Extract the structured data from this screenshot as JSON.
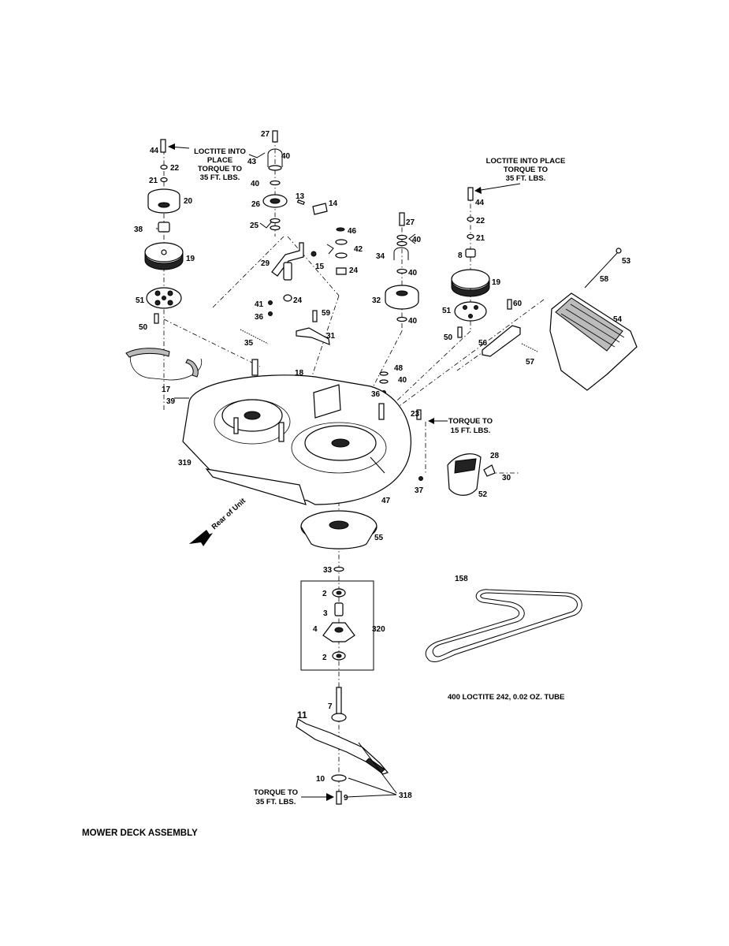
{
  "title": "MOWER DECK ASSEMBLY",
  "notes": {
    "left_loctite": [
      "LOCTITE INTO",
      "PLACE",
      "TORQUE TO",
      "35 FT. LBS."
    ],
    "right_loctite": [
      "LOCTITE INTO PLACE",
      "TORQUE TO",
      "35 FT. LBS."
    ],
    "torque_15": [
      "TORQUE TO",
      "15 FT. LBS."
    ],
    "torque_bottom": [
      "TORQUE TO",
      "35 FT. LBS."
    ],
    "rear_of_unit": "Rear of Unit",
    "loctite_part": "400  LOCTITE 242, 0.02 OZ. TUBE"
  },
  "callouts": [
    {
      "id": "c44a",
      "text": "44"
    },
    {
      "id": "c22a",
      "text": "22"
    },
    {
      "id": "c21a",
      "text": "21"
    },
    {
      "id": "c20",
      "text": "20"
    },
    {
      "id": "c38",
      "text": "38"
    },
    {
      "id": "c19a",
      "text": "19"
    },
    {
      "id": "c51a",
      "text": "51"
    },
    {
      "id": "c50a",
      "text": "50"
    },
    {
      "id": "c17",
      "text": "17"
    },
    {
      "id": "c39",
      "text": "39"
    },
    {
      "id": "c319",
      "text": "319"
    },
    {
      "id": "c27a",
      "text": "27"
    },
    {
      "id": "c43",
      "text": "43"
    },
    {
      "id": "c40a",
      "text": "40"
    },
    {
      "id": "c40b",
      "text": "40"
    },
    {
      "id": "c13",
      "text": "13"
    },
    {
      "id": "c14",
      "text": "14"
    },
    {
      "id": "c26",
      "text": "26"
    },
    {
      "id": "c25",
      "text": "25"
    },
    {
      "id": "c29",
      "text": "29"
    },
    {
      "id": "c15",
      "text": "15"
    },
    {
      "id": "c41",
      "text": "41"
    },
    {
      "id": "c36a",
      "text": "36"
    },
    {
      "id": "c24a",
      "text": "24"
    },
    {
      "id": "c35",
      "text": "35"
    },
    {
      "id": "c18",
      "text": "18"
    },
    {
      "id": "c46",
      "text": "46"
    },
    {
      "id": "c42",
      "text": "42"
    },
    {
      "id": "c24b",
      "text": "24"
    },
    {
      "id": "c59",
      "text": "59"
    },
    {
      "id": "c31",
      "text": "31"
    },
    {
      "id": "c27b",
      "text": "27"
    },
    {
      "id": "c40c",
      "text": "40"
    },
    {
      "id": "c34",
      "text": "34"
    },
    {
      "id": "c40d",
      "text": "40"
    },
    {
      "id": "c32",
      "text": "32"
    },
    {
      "id": "c40e",
      "text": "40"
    },
    {
      "id": "c48",
      "text": "48"
    },
    {
      "id": "c40f",
      "text": "40"
    },
    {
      "id": "c36b",
      "text": "36"
    },
    {
      "id": "c44b",
      "text": "44"
    },
    {
      "id": "c22b",
      "text": "22"
    },
    {
      "id": "c21b",
      "text": "21"
    },
    {
      "id": "c8",
      "text": "8"
    },
    {
      "id": "c19b",
      "text": "19"
    },
    {
      "id": "c51b",
      "text": "51"
    },
    {
      "id": "c60",
      "text": "60"
    },
    {
      "id": "c50b",
      "text": "50"
    },
    {
      "id": "c56",
      "text": "56"
    },
    {
      "id": "c57",
      "text": "57"
    },
    {
      "id": "c53",
      "text": "53"
    },
    {
      "id": "c58",
      "text": "58"
    },
    {
      "id": "c54",
      "text": "54"
    },
    {
      "id": "c23",
      "text": "23"
    },
    {
      "id": "c28",
      "text": "28"
    },
    {
      "id": "c30",
      "text": "30"
    },
    {
      "id": "c37",
      "text": "37"
    },
    {
      "id": "c52",
      "text": "52"
    },
    {
      "id": "c47",
      "text": "47"
    },
    {
      "id": "c55",
      "text": "55"
    },
    {
      "id": "c33",
      "text": "33"
    },
    {
      "id": "c2a",
      "text": "2"
    },
    {
      "id": "c3",
      "text": "3"
    },
    {
      "id": "c4",
      "text": "4"
    },
    {
      "id": "c320",
      "text": "320"
    },
    {
      "id": "c2b",
      "text": "2"
    },
    {
      "id": "c158",
      "text": "158"
    },
    {
      "id": "c7",
      "text": "7"
    },
    {
      "id": "c11",
      "text": "11"
    },
    {
      "id": "c10",
      "text": "10"
    },
    {
      "id": "c9",
      "text": "9"
    },
    {
      "id": "c318",
      "text": "318"
    }
  ]
}
